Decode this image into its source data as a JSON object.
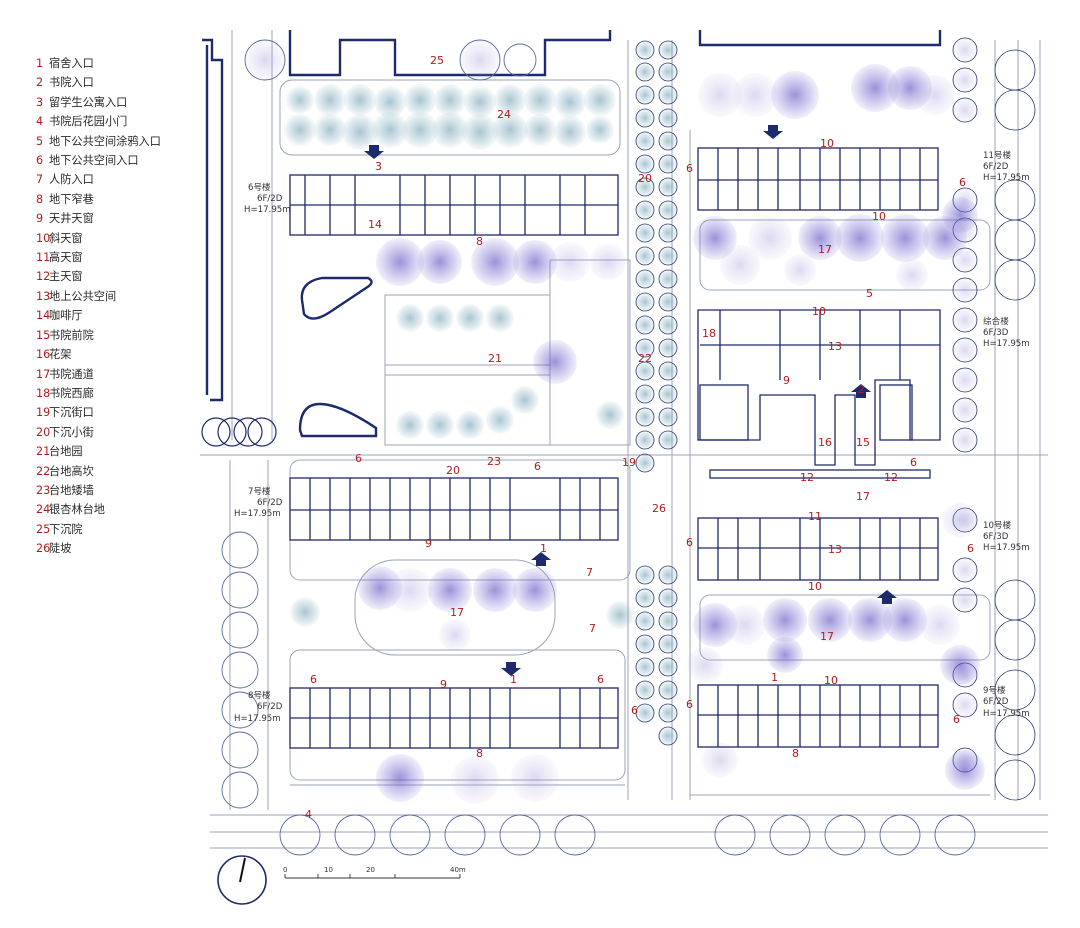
{
  "legend": [
    {
      "num": "1",
      "text": "宿舍入口"
    },
    {
      "num": "2",
      "text": "书院入口"
    },
    {
      "num": "3",
      "text": "留学生公寓入口"
    },
    {
      "num": "4",
      "text": "书院后花园小门"
    },
    {
      "num": "5",
      "text": "地下公共空间涂鸦入口"
    },
    {
      "num": "6",
      "text": "地下公共空间入口"
    },
    {
      "num": "7",
      "text": "人防入口"
    },
    {
      "num": "8",
      "text": "地下窄巷"
    },
    {
      "num": "9",
      "text": "天井天窗"
    },
    {
      "num": "10",
      "text": "斜天窗"
    },
    {
      "num": "11",
      "text": "高天窗"
    },
    {
      "num": "12",
      "text": "主天窗"
    },
    {
      "num": "13",
      "text": "地上公共空间"
    },
    {
      "num": "14",
      "text": "咖啡厅"
    },
    {
      "num": "15",
      "text": "书院前院"
    },
    {
      "num": "16",
      "text": "花架"
    },
    {
      "num": "17",
      "text": "书院通道"
    },
    {
      "num": "18",
      "text": "书院西廊"
    },
    {
      "num": "19",
      "text": "下沉街口"
    },
    {
      "num": "20",
      "text": "下沉小街"
    },
    {
      "num": "21",
      "text": "台地园"
    },
    {
      "num": "22",
      "text": "台地高坎"
    },
    {
      "num": "23",
      "text": "台地矮墙"
    },
    {
      "num": "24",
      "text": "银杏林台地"
    },
    {
      "num": "25",
      "text": "下沉院"
    },
    {
      "num": "26",
      "text": "陡坡"
    }
  ],
  "buildings": {
    "b6": {
      "name": "6号楼",
      "floors": "6F/2D",
      "height": "H=17.95m"
    },
    "b7": {
      "name": "7号楼",
      "floors": "6F/2D",
      "height": "H=17.95m"
    },
    "b8": {
      "name": "8号楼",
      "floors": "6F/2D",
      "height": "H=17.95m"
    },
    "b9": {
      "name": "9号楼",
      "floors": "6F/2D",
      "height": "H=17.95m"
    },
    "b10": {
      "name": "10号楼",
      "floors": "6F/3D",
      "height": "H=17.95m"
    },
    "b11": {
      "name": "11号楼",
      "floors": "6F/2D",
      "height": "H=17.95m"
    },
    "bz": {
      "name": "综合楼",
      "floors": "6F/3D",
      "height": "H=17.95m"
    }
  },
  "scale_bar": [
    "0",
    "10",
    "20",
    "40m"
  ],
  "colors": {
    "label_red": "#b01c1c",
    "outline_navy": "#1d2a6b",
    "canopy_purple": "#6a5fc9",
    "canopy_teal": "#6f9fb3"
  }
}
